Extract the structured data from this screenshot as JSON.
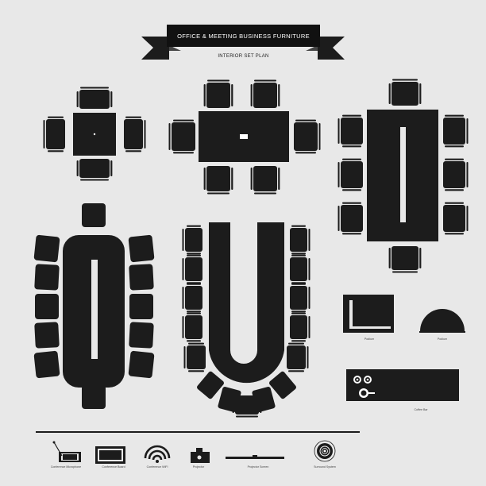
{
  "banner": {
    "title": "OFFICE & MEETING BUSINESS FURNITURE",
    "subtitle": "INTERIOR SET PLAN"
  },
  "captions": {
    "podium": "Podium",
    "podium_round": "Podium",
    "coffee_bar": "Coffee Bar",
    "conference_microphone": "Conference Microphone",
    "conference_board": "Conference Board",
    "conference_wifi": "Conference WiFi",
    "projector": "Projector",
    "projector_screen": "Projector Screen",
    "surround_system": "Surround System"
  },
  "colors": {
    "background": "#e8e8e8",
    "furniture": "#1c1c1c",
    "highlight": "#ffffff"
  },
  "icons": [
    "conference-microphone-icon",
    "conference-board-icon",
    "wifi-icon",
    "projector-icon",
    "projector-screen-icon",
    "surround-speaker-icon"
  ]
}
